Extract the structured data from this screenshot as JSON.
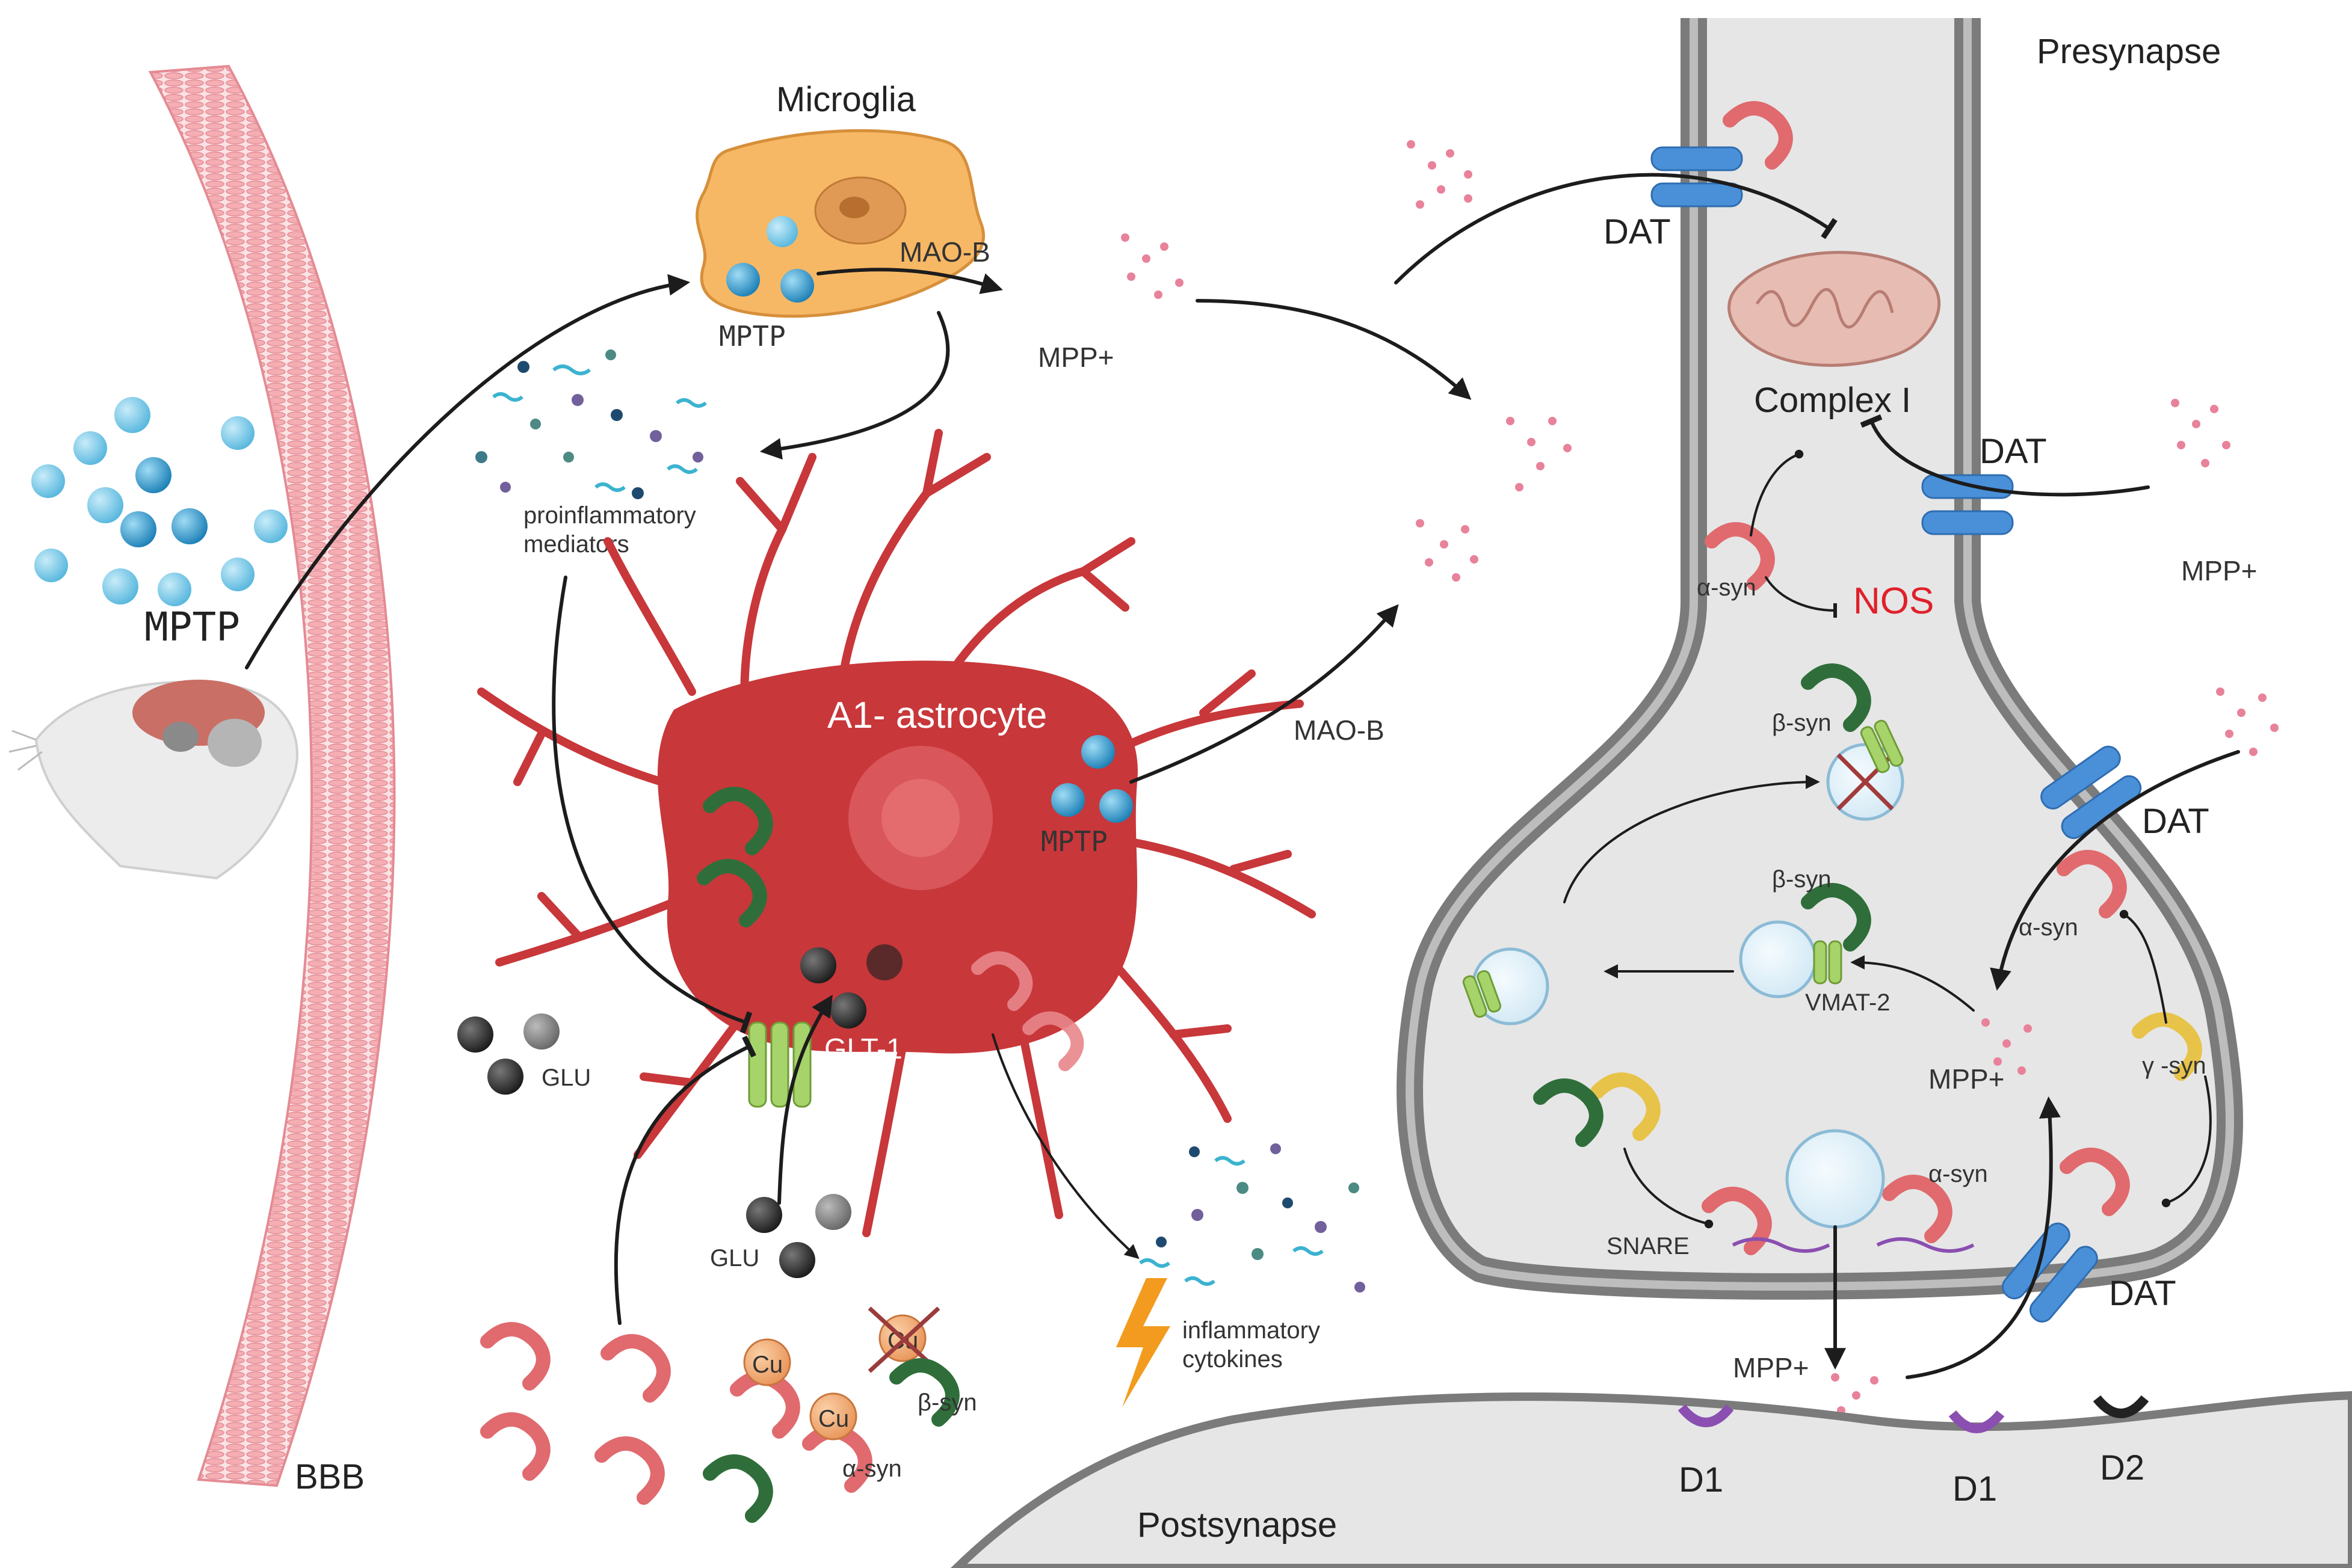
{
  "labels": {
    "microglia": "Microglia",
    "presynapse": "Presynapse",
    "postsynapse": "Postsynapse",
    "bbb": "BBB",
    "astrocyte": "A1- astrocyte",
    "complex_i": "Complex I",
    "nos": "NOS",
    "glt1": "GLT-1",
    "vmat2": "VMAT-2",
    "snare": "SNARE",
    "proinflammatory": [
      "proinflammatory",
      "mediators"
    ],
    "inflammatory": [
      "inflammatory",
      "cytokines"
    ]
  },
  "molecules": {
    "mptp_mouse": "MPTP",
    "mptp_microglia": "MPTP",
    "mptp_astrocyte": "MPTP",
    "maob_microglia": "MAO-B",
    "maob_astrocyte": "MAO-B",
    "mpp_1": "MPP+",
    "mpp_2": "MPP+",
    "mpp_3": "MPP+",
    "mpp_4": "MPP+",
    "glu_1": "GLU",
    "glu_2": "GLU",
    "cu_1": "Cu",
    "cu_2": "Cu",
    "cu_3": "Cu",
    "alpha_syn_1": "α-syn",
    "alpha_syn_2": "α-syn",
    "alpha_syn_3": "α-syn",
    "alpha_syn_4": "α-syn",
    "beta_syn_1": "β-syn",
    "beta_syn_2": "β-syn",
    "beta_syn_3": "β-syn",
    "gamma_syn": "γ -syn"
  },
  "transporters": {
    "dat_1": "DAT",
    "dat_2": "DAT",
    "dat_3": "DAT",
    "dat_4": "DAT"
  },
  "receptors": {
    "d1_a": "D1",
    "d1_b": "D1",
    "d2": "D2"
  },
  "colors": {
    "astrocyte": "#c8373a",
    "astrocyte_nucleus": "#e4696b",
    "microglia": "#f6b363",
    "mptp_blue": "#2a98d0",
    "mptp_light": "#8fd0ea",
    "mpp_pink": "#e8829a",
    "alpha_syn": "#e06a6e",
    "beta_syn": "#2f6e3a",
    "gamma_syn": "#e8c34a",
    "dat": "#4a90d9",
    "glt1": "#a6d46a",
    "receptor_d1": "#8a4fb0",
    "receptor_d2": "#222222",
    "membrane": "#7b7b7b",
    "cytoplasm": "#e6e6e6",
    "bbb": "#f2b4b8"
  }
}
